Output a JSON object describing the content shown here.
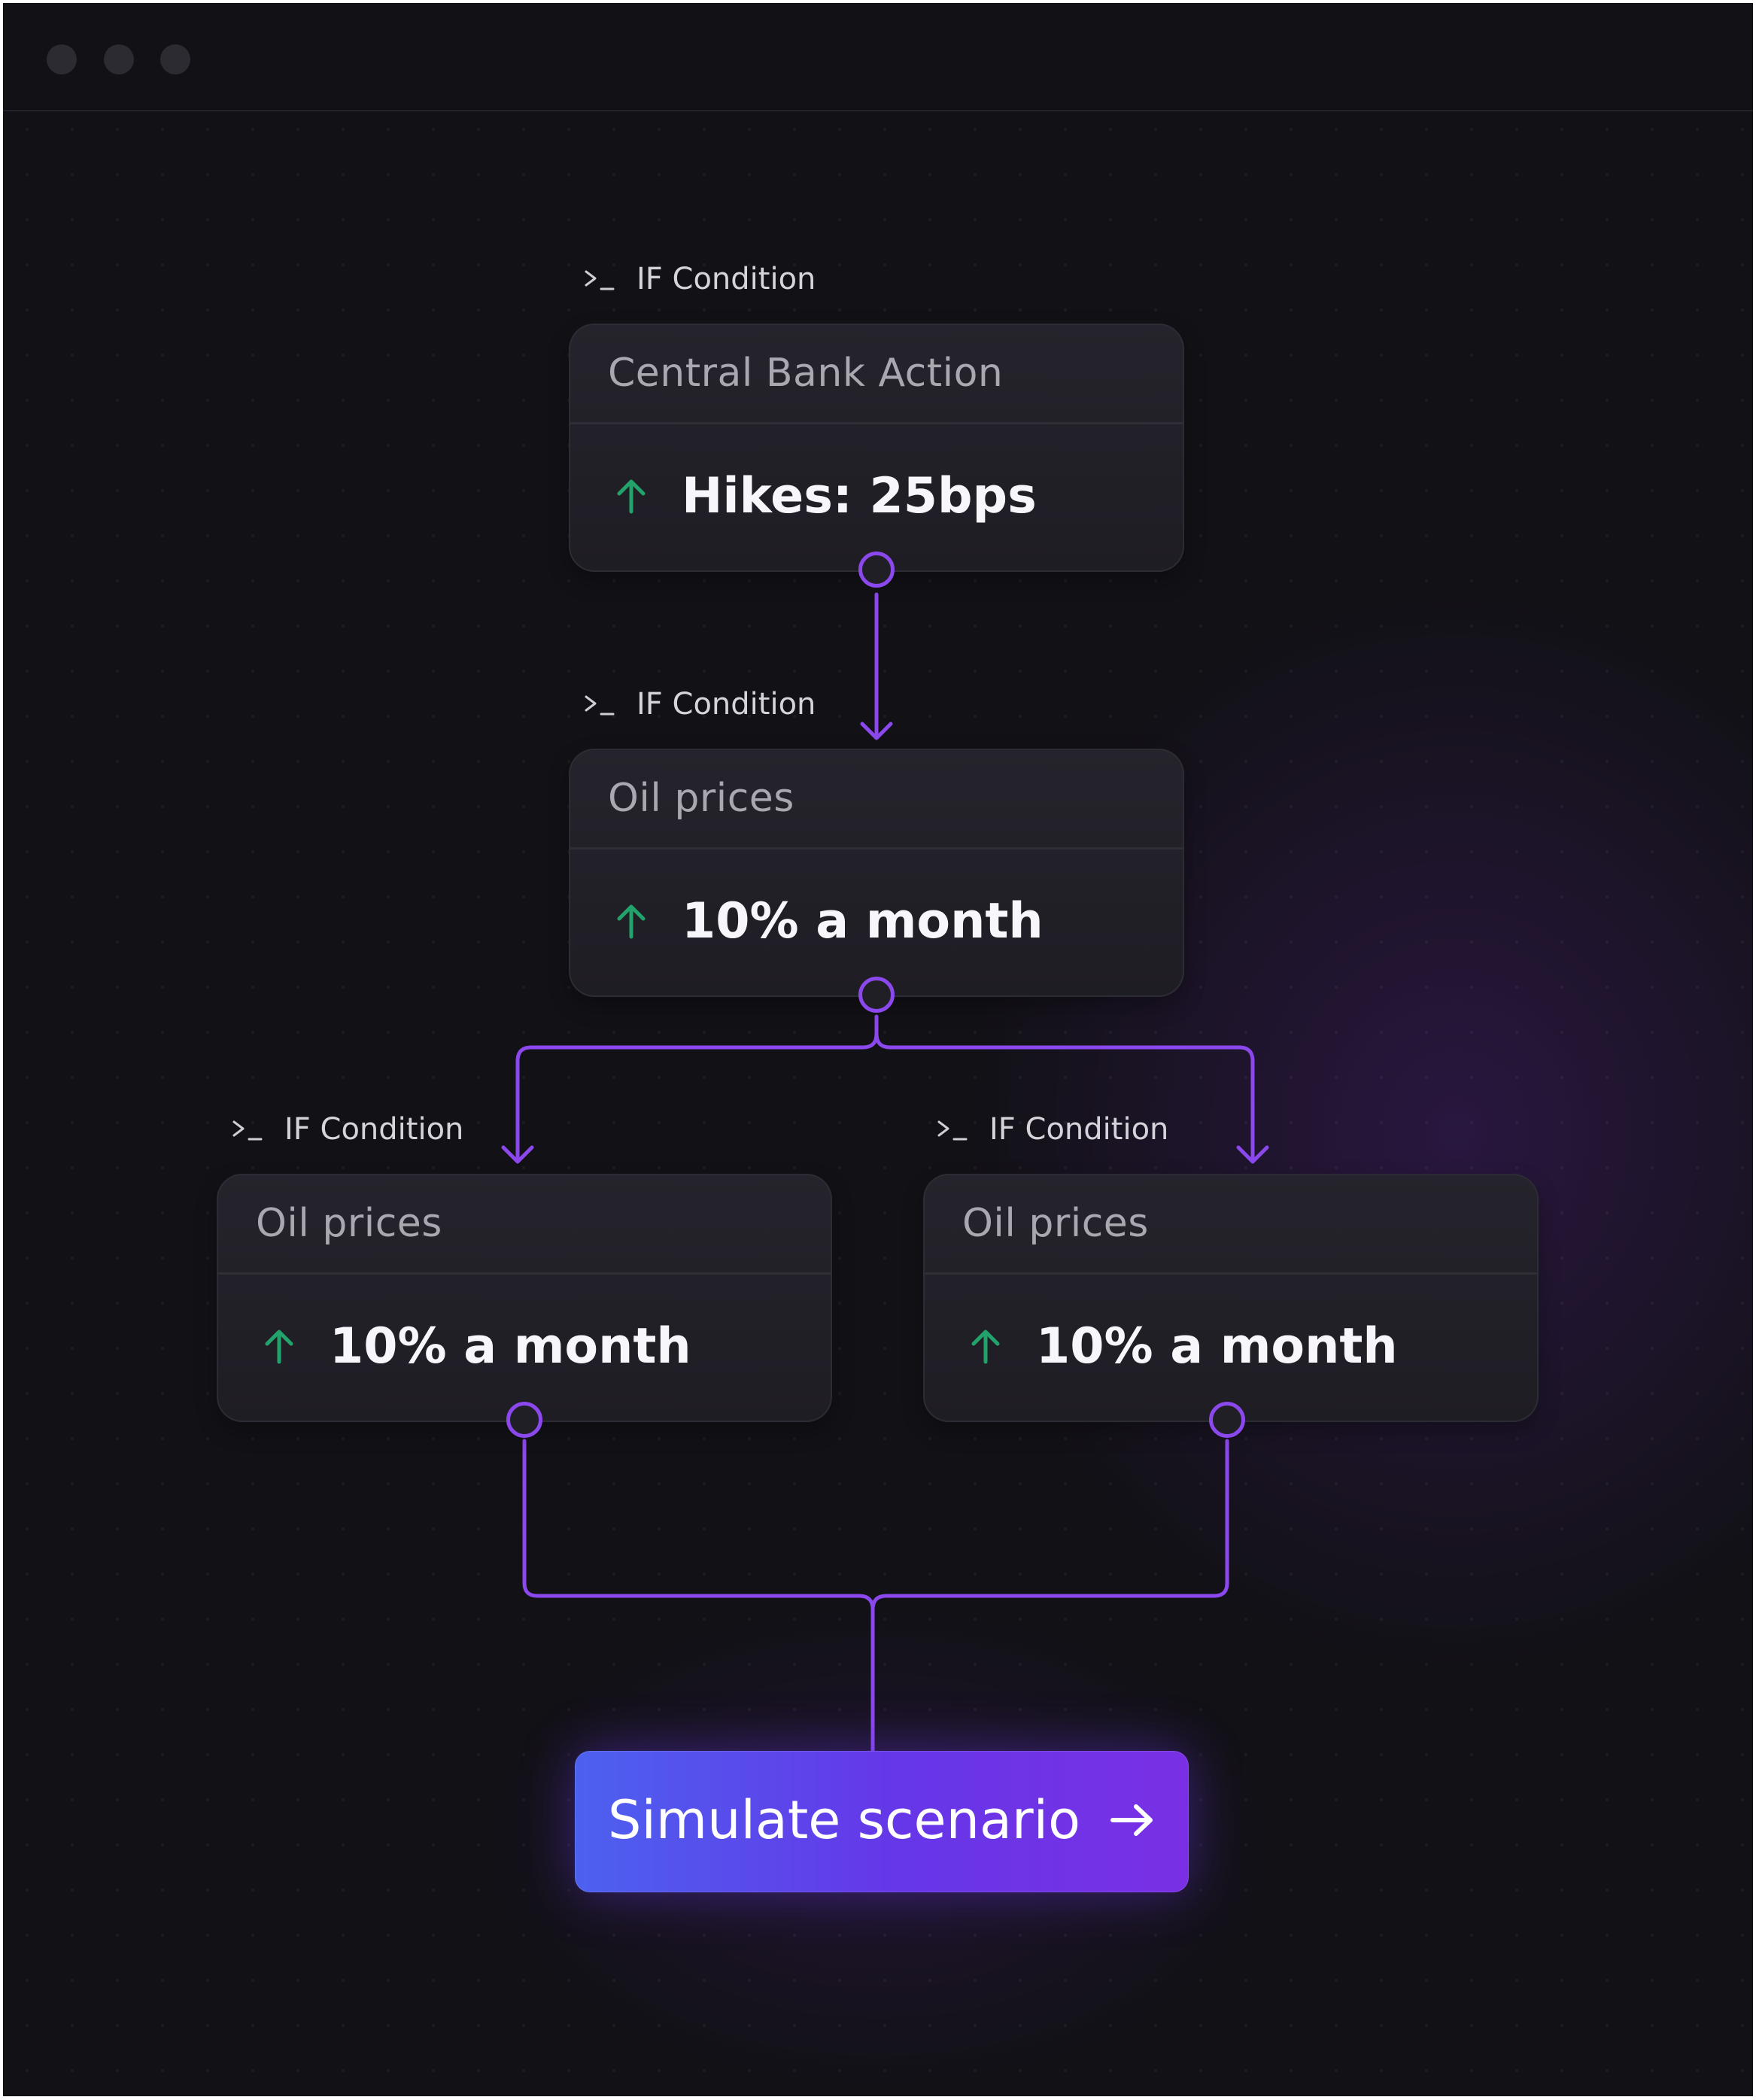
{
  "colors": {
    "window_background": "#121116",
    "node_background": "#25232b",
    "connector": "#8b48ec",
    "trend_up": "#22a36b",
    "button_start": "#4c61ef",
    "button_end": "#7a2fe4"
  },
  "window": {
    "controls": [
      "window-dot",
      "window-dot",
      "window-dot"
    ]
  },
  "flow": {
    "nodes": [
      {
        "condition_label": "IF Condition",
        "condition_icon": "terminal-icon",
        "title": "Central Bank Action",
        "trend_icon": "arrow-up-icon",
        "value": "Hikes: 25bps"
      },
      {
        "condition_label": "IF Condition",
        "condition_icon": "terminal-icon",
        "title": "Oil prices",
        "trend_icon": "arrow-up-icon",
        "value": "10% a month"
      },
      {
        "condition_label": "IF Condition",
        "condition_icon": "terminal-icon",
        "title": "Oil prices",
        "trend_icon": "arrow-up-icon",
        "value": "10% a month"
      },
      {
        "condition_label": "IF Condition",
        "condition_icon": "terminal-icon",
        "title": "Oil prices",
        "trend_icon": "arrow-up-icon",
        "value": "10% a month"
      }
    ],
    "simulate_button": {
      "label": "Simulate scenario",
      "icon": "arrow-right-icon"
    }
  }
}
